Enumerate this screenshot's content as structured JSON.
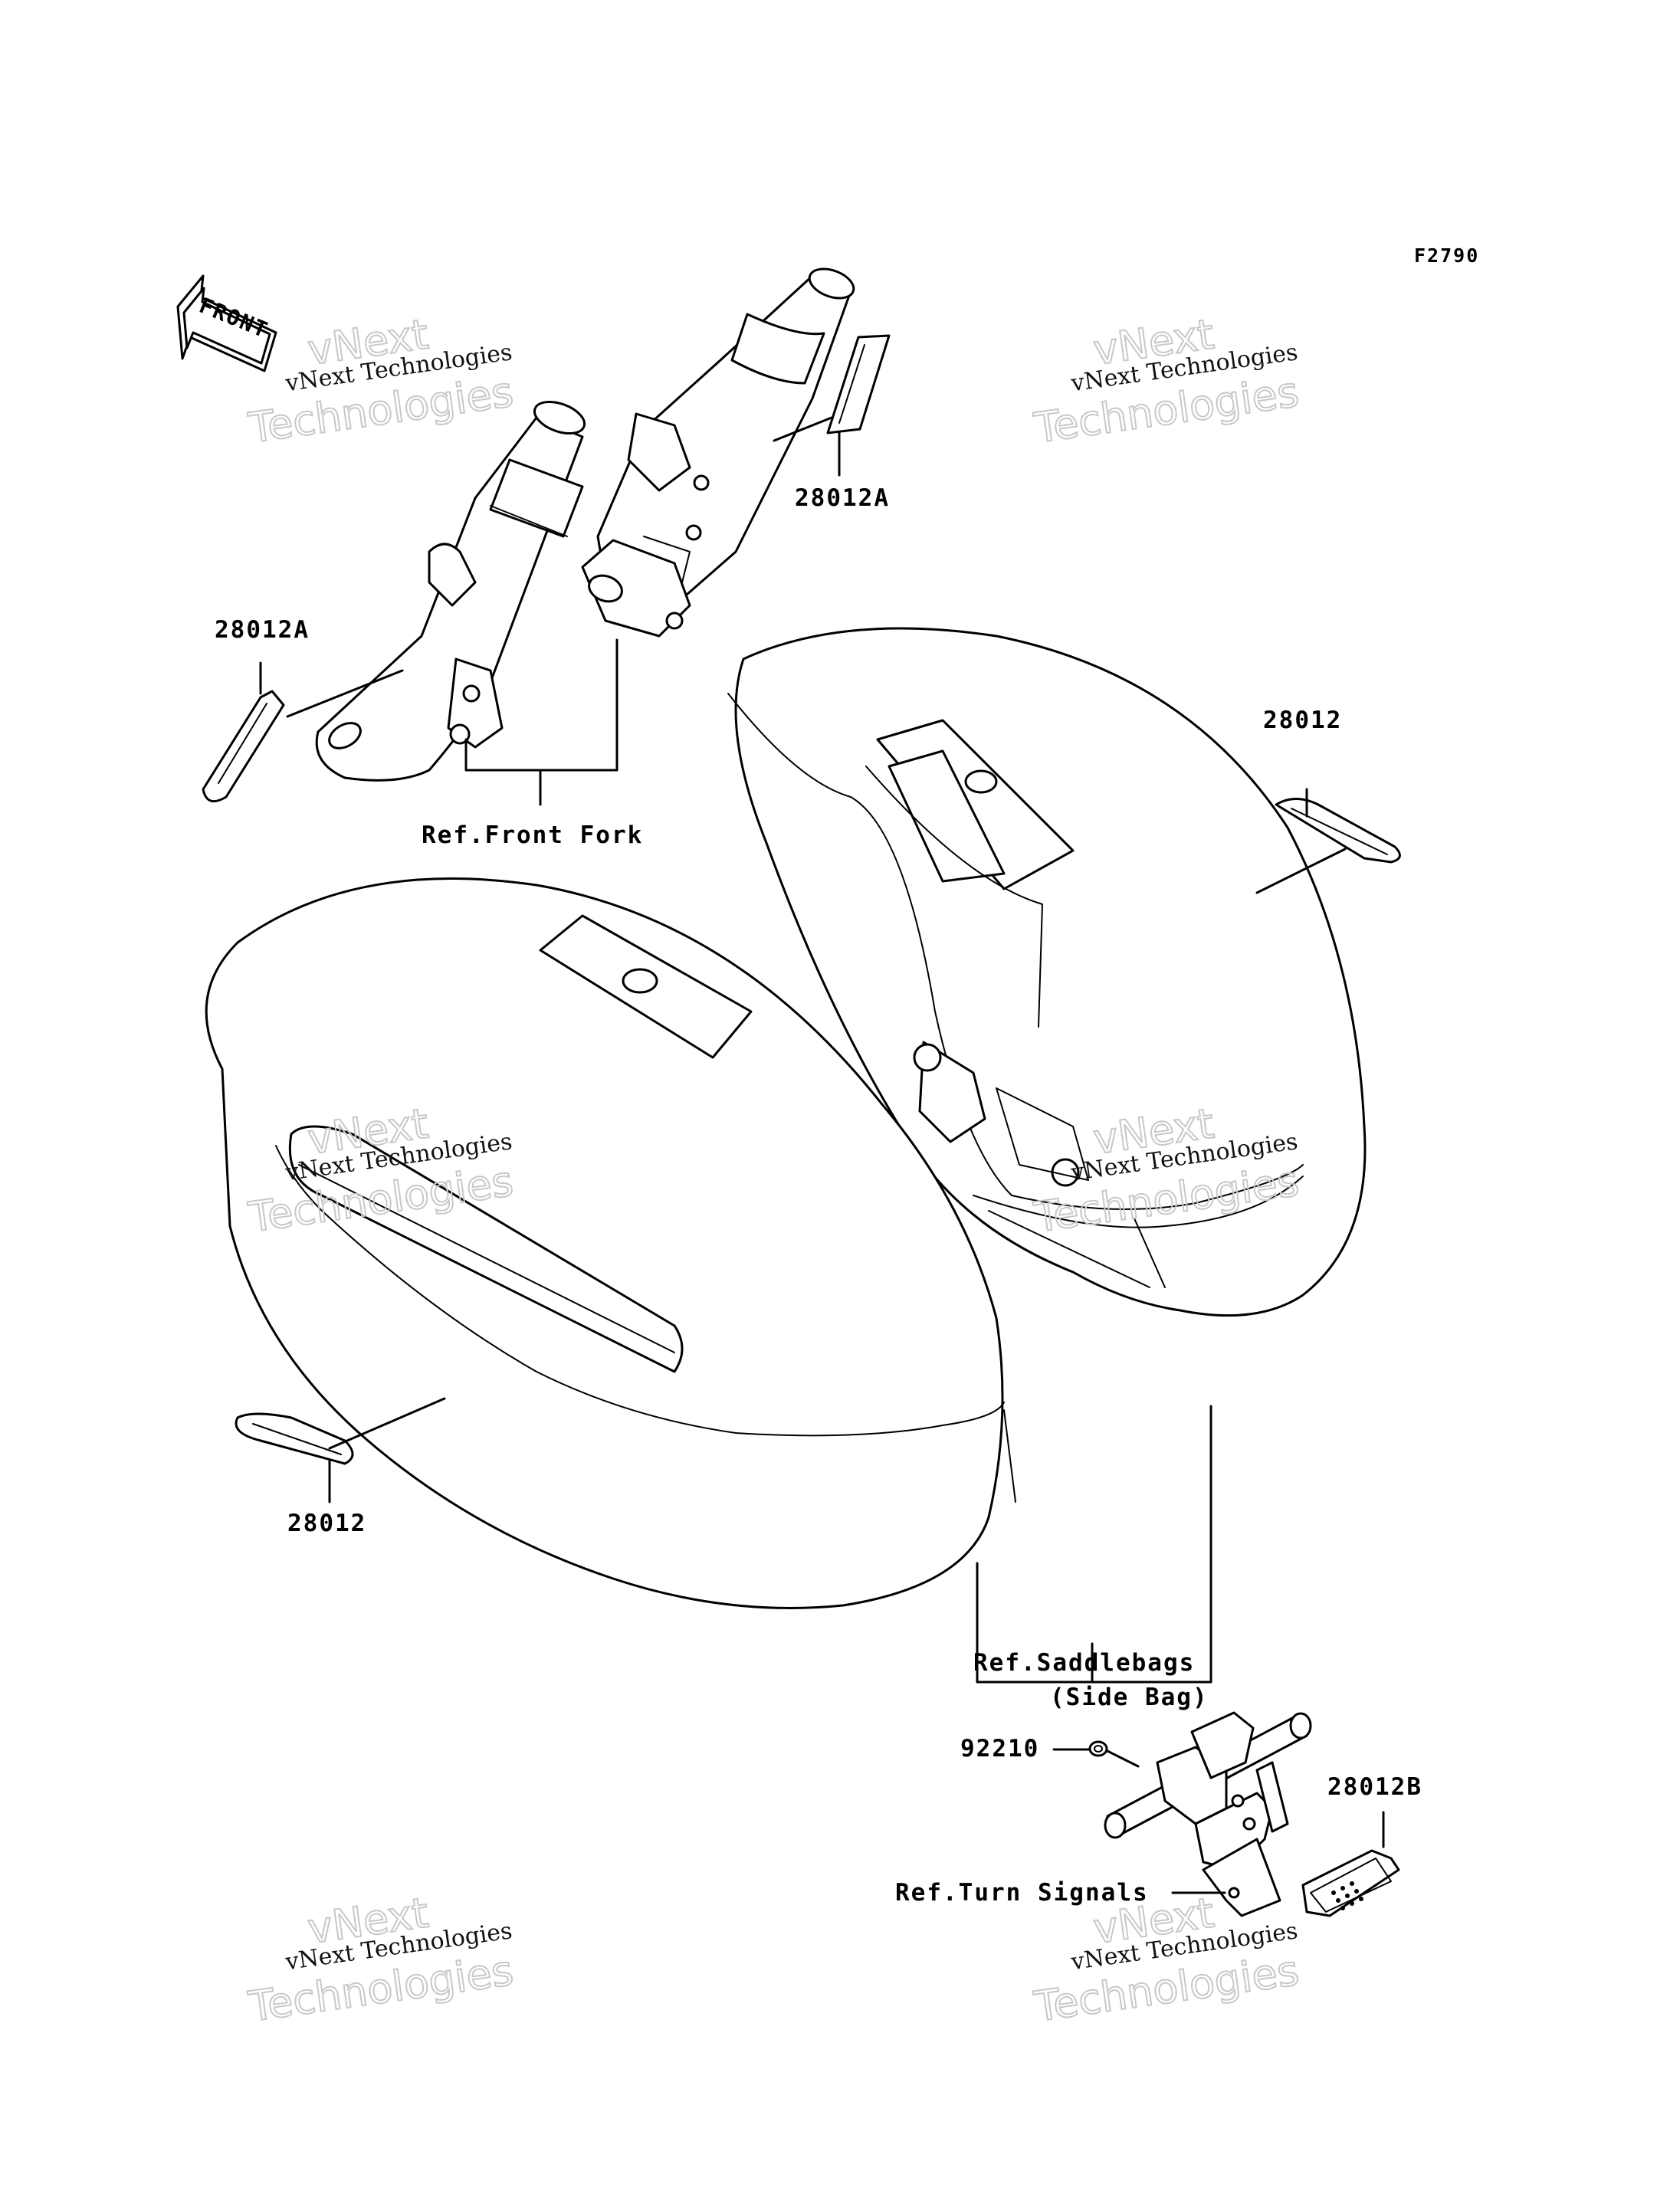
{
  "figure": {
    "code": "F2790"
  },
  "front_arrow": {
    "label": "FRONT"
  },
  "labels": {
    "fork_left_part": "28012A",
    "fork_right_part": "28012A",
    "bag_right_part": "28012",
    "bag_left_part": "28012",
    "nut_part": "92210",
    "reflector_part": "28012B"
  },
  "refs": {
    "front_fork": "Ref.Front Fork",
    "saddlebags_line1": "Ref.Saddlebags",
    "saddlebags_line2": "(Side Bag)",
    "turn_signals": "Ref.Turn Signals"
  },
  "watermark": {
    "line1": "vNext Technologies",
    "line2": "vNext",
    "line3": "Technologies"
  }
}
